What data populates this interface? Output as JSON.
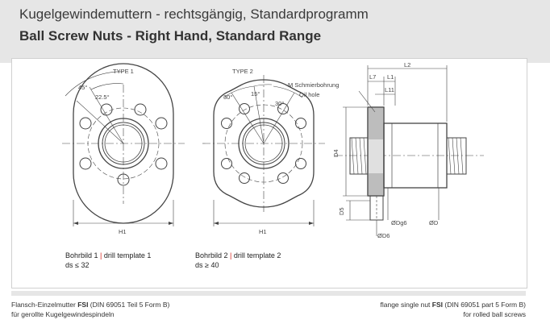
{
  "header": {
    "title_de": "Kugelgewindemuttern - rechtsgängig, Standardprogramm",
    "title_en": "Ball Screw Nuts - Right Hand, Standard Range"
  },
  "drawing": {
    "type1_label": "TYPE 1",
    "type2_label": "TYPE 2",
    "angle_45": "45°",
    "angle_22_5": "22.5°",
    "angle_30_a": "30°",
    "angle_15": "15°",
    "angle_30_b": "30°",
    "h1_left": "H1",
    "h1_right": "H1",
    "lube_de": "M Schmierbohrung",
    "lube_en": "Oil hole",
    "dim_l2": "L2",
    "dim_l7": "L7",
    "dim_l1": "L1",
    "dim_l11": "L11",
    "dim_d4": "D4",
    "dim_d5": "D5",
    "dim_dg6": "ØDg6",
    "dim_d_tol": "ØD",
    "dim_d6": "ØD6"
  },
  "captions": {
    "left_line1_a": "Bohrbild 1",
    "left_line1_sep": "|",
    "left_line1_b": "drill template 1",
    "left_line2": "ds ≤ 32",
    "right_line1_a": "Bohrbild 2",
    "right_line1_sep": "|",
    "right_line1_b": "drill template 2",
    "right_line2": "ds ≥ 40"
  },
  "footer": {
    "left_line1_a": "Flansch-Einzelmutter ",
    "left_line1_bold": "FSI",
    "left_line1_b": " (DIN 69051 Teil 5 Form B)",
    "left_line2": "für gerollte Kugelgewindespindeln",
    "right_line1_a": "flange single nut ",
    "right_line1_bold": "FSI",
    "right_line1_b": " (DIN 69051 part 5 Form B)",
    "right_line2": "for rolled ball screws"
  },
  "colors": {
    "header_bg": "#e6e6e6",
    "separator_red": "#d9231c",
    "line": "#444444"
  }
}
